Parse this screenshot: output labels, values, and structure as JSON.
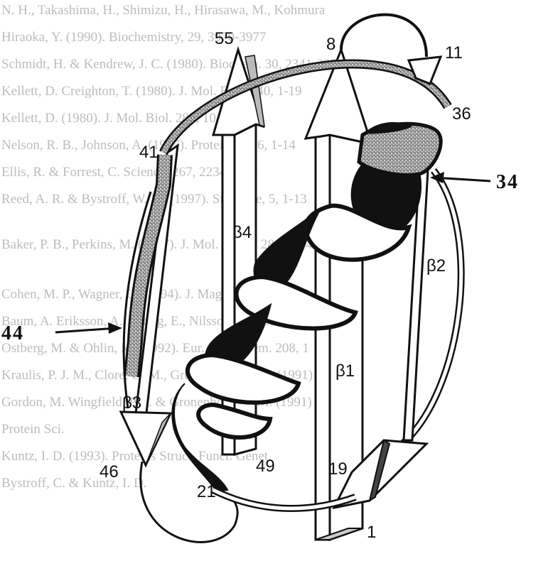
{
  "background_text": [
    "N. H., Takashima, H., Shimizu, H., Hirasawa, M., Kohmura",
    "Hiraoka, Y. (1990). Biochemistry, 29, 3970-3977",
    "Schmidt, H. & Kendrew, J. C. (1980). Biochem. 30, 2341-2350",
    "Kellett, D. Creighton, T. (1980). J. Mol. Biol. 140, 1-19",
    "Kellett, D. (1980). J. Mol. Biol. 283, 1048-1065",
    "Nelson, R. B., Johnson, A. (1997). Protein Sci. 6, 1-14",
    "Ellis, R. & Forrest, C. Science, 267, 2234-2239",
    "Reed, A. R. & Bystroff, W. M. (1997). Structure, 5, 1-13",
    "Baker, P. B., Perkins, M. (1997). J. Mol. Chem. 286, 1-14",
    "Cohen, M. P., Wagner, G. (1994). J. Magn. Reson. 91, 18",
    "Baum, A. Eriksson, A., Otting, E., Nilsson, L. (1991)",
    "Ostberg, M. & Ohlin, M. (1992). Eur. J. Biochem. 208, 1",
    "Kraulis, P. J. M., Clore, G. M., Gronenborn, A. M. (1991)",
    "Gordon, M. Wingfield, P. T. & Gronenborn, A. M. (1991)",
    "Protein Sci.",
    "Kuntz, I. D. (1993). Proteins Struct. Funct. Genet.",
    "Bystroff, C. & Kuntz, I. D."
  ],
  "residues": {
    "n55": "55",
    "n8": "8",
    "n11": "11",
    "n36": "36",
    "n41": "41",
    "n34": "34",
    "n44": "44",
    "n33": "β3",
    "n46": "46",
    "n21": "21",
    "n49": "49",
    "n19": "19",
    "n1": "1"
  },
  "strands": {
    "b1": "β1",
    "b2": "β2",
    "b4": "β4"
  },
  "colors": {
    "ink": "#111111",
    "paper": "#ffffff",
    "stipple": "#8a8a8a",
    "faint_text": "#bdbdbd"
  }
}
